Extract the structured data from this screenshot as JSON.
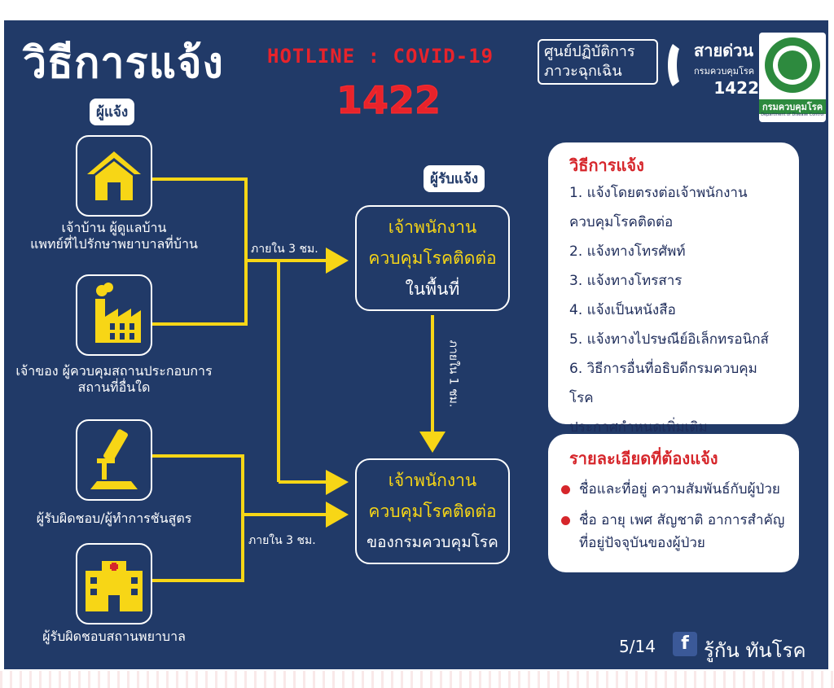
{
  "title": "วิธีการแจ้ง",
  "hotline": {
    "label": "HOTLINE : COVID-19",
    "number": "1422"
  },
  "logos": {
    "eoc_line1": "ศูนย์ปฏิบัติการ",
    "eoc_line2": "ภาวะฉุกเฉิน",
    "hotline_title": "สายด่วน",
    "hotline_dept": "กรมควบคุมโรค",
    "hotline_number": "1422",
    "ddc_name": "กรมควบคุมโรค",
    "ddc_sub": "Department of Disease Control"
  },
  "reporter_label": "ผู้แจ้ง",
  "receiver_label": "ผู้รับแจ้ง",
  "reporters": [
    {
      "icon": "house-icon",
      "caption1": "เจ้าบ้าน ผู้ดูแลบ้าน",
      "caption2": "แพทย์ที่ไปรักษาพยาบาลที่บ้าน"
    },
    {
      "icon": "factory-icon",
      "caption1": "เจ้าของ ผู้ควบคุมสถานประกอบการ",
      "caption2": "สถานที่อื่นใด"
    },
    {
      "icon": "microscope-icon",
      "caption1": "ผู้รับผิดชอบ/ผู้ทำการชันสูตร",
      "caption2": ""
    },
    {
      "icon": "hospital-icon",
      "caption1": "ผู้รับผิดชอบสถานพยาบาล",
      "caption2": ""
    }
  ],
  "time_labels": {
    "upper": "ภายใน 3 ชม.",
    "lower": "ภายใน 3 ชม.",
    "vertical": "ภายใน 1 ชม."
  },
  "receiver_local": {
    "line1": "เจ้าพนักงาน",
    "line2": "ควบคุมโรคติดต่อ",
    "line3": "ในพื้นที่"
  },
  "receiver_dept": {
    "line1": "เจ้าพนักงาน",
    "line2": "ควบคุมโรคติดต่อ",
    "line3": "ของกรมควบคุมโรค"
  },
  "methods": {
    "heading": "วิธีการแจ้ง",
    "lines": [
      "1. แจ้งโดยตรงต่อเจ้าพนักงาน",
      "ควบคุมโรคติดต่อ",
      "2. แจ้งทางโทรศัพท์",
      "3. แจ้งทางโทรสาร",
      "4. แจ้งเป็นหนังสือ",
      "5. แจ้งทางไปรษณีย์อิเล็กทรอนิกส์",
      "6. วิธีการอื่นที่อธิบดีกรมควบคุมโรค",
      "ประกาศกำหนดเพิ่มเติม"
    ]
  },
  "details": {
    "heading": "รายละเอียดที่ต้องแจ้ง",
    "items": [
      {
        "line1": "ชื่อและที่อยู่ ความสัมพันธ์กับผู้ป่วย",
        "line2": ""
      },
      {
        "line1": "ชื่อ อายุ เพศ สัญชาติ อาการสำคัญ",
        "line2": "ที่อยู่ปัจจุบันของผู้ป่วย"
      }
    ]
  },
  "footer": {
    "page": "5/14",
    "fb_icon": "f",
    "page_name": "รู้กัน ทันโรค"
  },
  "colors": {
    "background": "#213a68",
    "accent_yellow": "#f7d616",
    "hotline_red": "#e8232b"
  }
}
